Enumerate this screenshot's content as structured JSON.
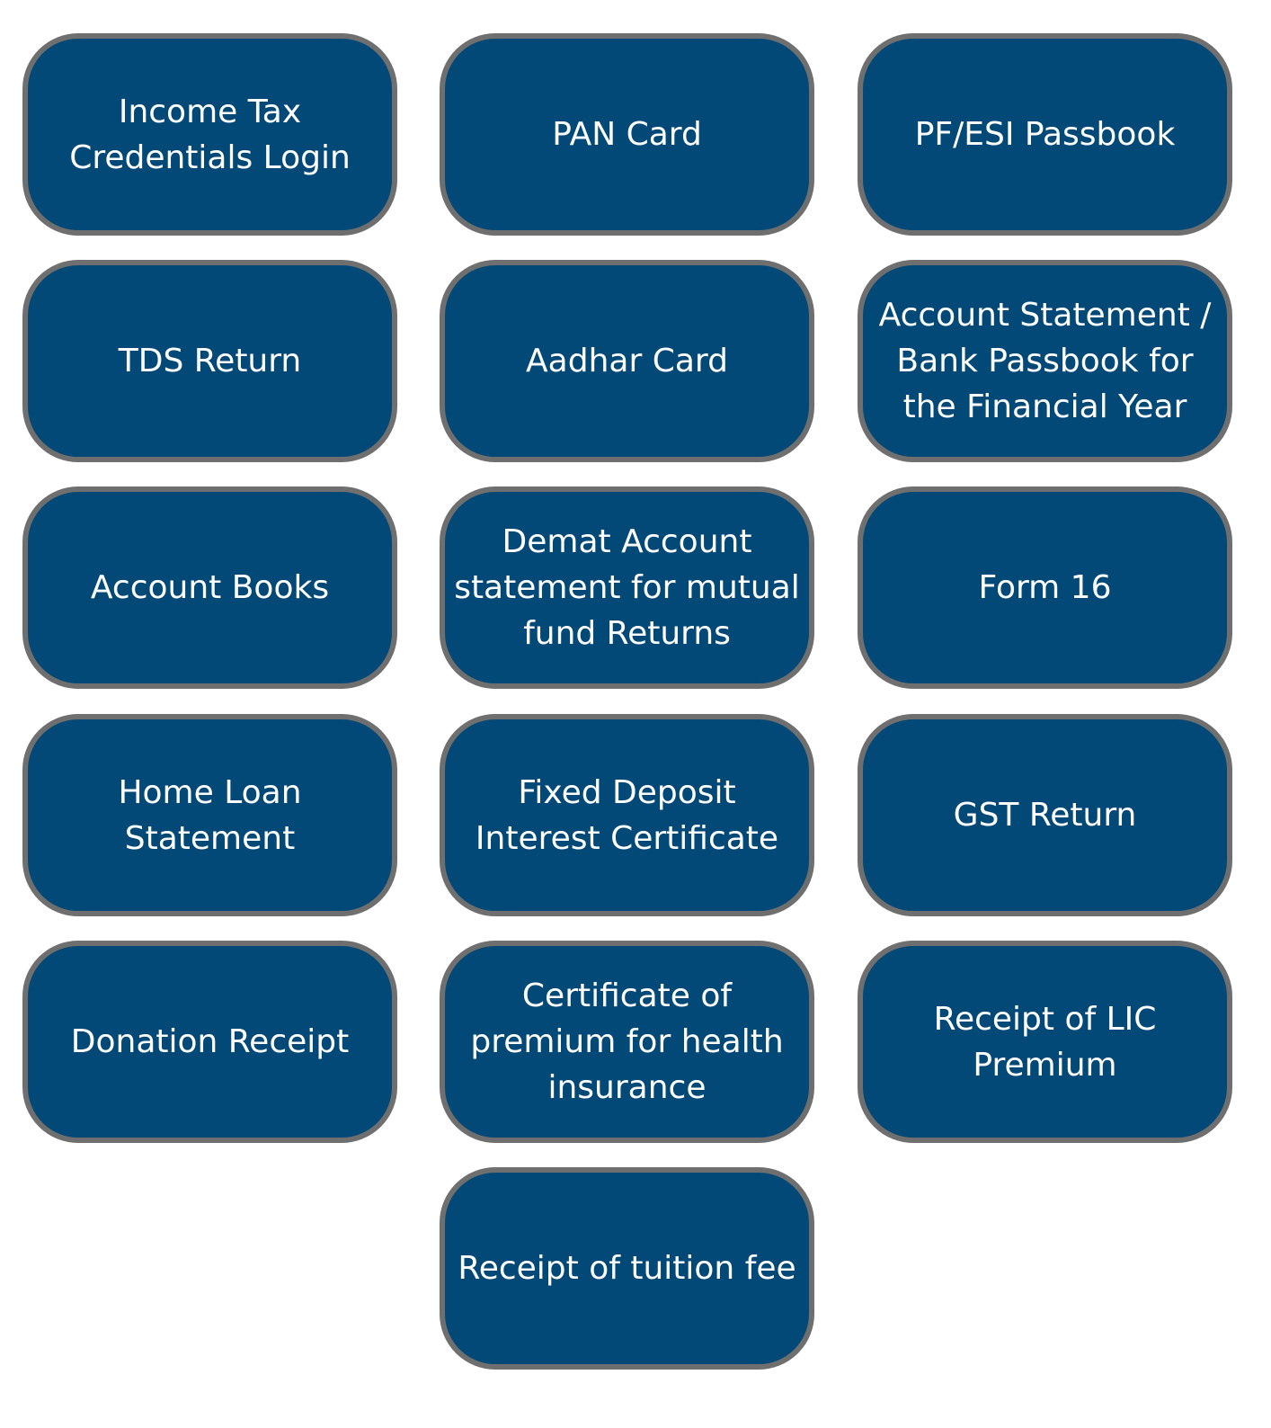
{
  "colors": {
    "box_fill": "#034977",
    "box_border": "#6f6f6f",
    "text": "#ffffff"
  },
  "items": [
    {
      "label": "Income Tax\nCredentials Login"
    },
    {
      "label": "PAN Card"
    },
    {
      "label": "PF/ESI Passbook"
    },
    {
      "label": "TDS Return"
    },
    {
      "label": "Aadhar Card"
    },
    {
      "label": "Account Statement /\nBank Passbook for\nthe Financial Year"
    },
    {
      "label": "Account Books"
    },
    {
      "label": "Demat Account\nstatement for mutual\nfund Returns"
    },
    {
      "label": "Form 16"
    },
    {
      "label": "Home Loan\nStatement"
    },
    {
      "label": "Fixed Deposit\nInterest Certificate"
    },
    {
      "label": "GST Return"
    },
    {
      "label": "Donation Receipt"
    },
    {
      "label": "Certificate of\npremium for health\ninsurance"
    },
    {
      "label": "Receipt of LIC\nPremium"
    },
    {
      "label": "Receipt of tuition fee"
    }
  ]
}
